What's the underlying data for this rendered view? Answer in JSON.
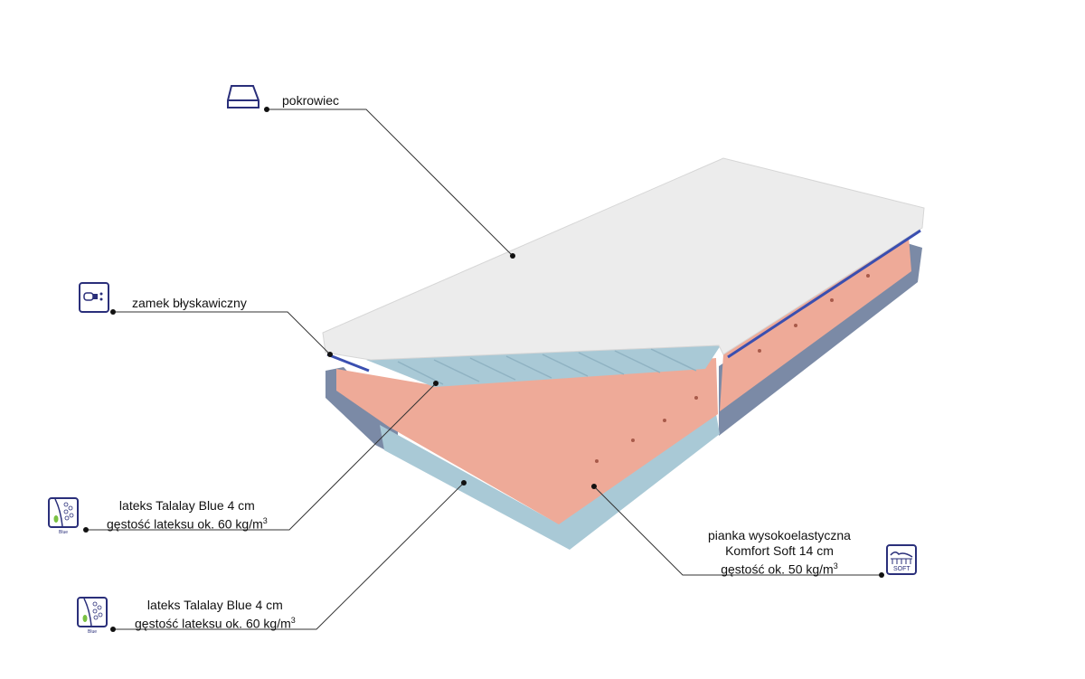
{
  "labels": {
    "cover": "pokrowiec",
    "zipper": "zamek błyskawiczny",
    "latex_top": {
      "line1": "lateks Talalay Blue 4 cm",
      "line2": "gęstość lateksu ok. 60 kg/m",
      "sup": "3"
    },
    "latex_bottom": {
      "line1": "lateks Talalay Blue 4 cm",
      "line2": "gęstość lateksu ok. 60 kg/m",
      "sup": "3"
    },
    "foam": {
      "line1": "pianka wysokoelastyczna",
      "line2": "Komfort Soft 14 cm",
      "line3": "gęstość ok. 50 kg/m",
      "sup": "3"
    }
  },
  "icons": {
    "latex_caption": "Blue",
    "soft_caption": "SOFT"
  },
  "colors": {
    "cover": "#ececec",
    "foam": "#eeaa98",
    "latex": "#a9c9d6",
    "side": "#7b8aa6",
    "icon": "#2a2f7a",
    "leader": "#333333"
  }
}
